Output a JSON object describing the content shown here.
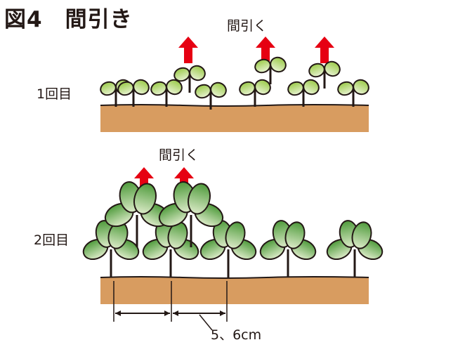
{
  "title": "図4　間引き",
  "stage1": {
    "label": "1回目",
    "action": "間引く"
  },
  "stage2": {
    "label": "2回目",
    "action": "間引く"
  },
  "spacing_label": "5、6cm",
  "colors": {
    "soil": "#D89C60",
    "arrow": "#E60012",
    "leaf_light": "#9CCB4B",
    "leaf_dark": "#4F9B3C",
    "outline": "#231815"
  }
}
